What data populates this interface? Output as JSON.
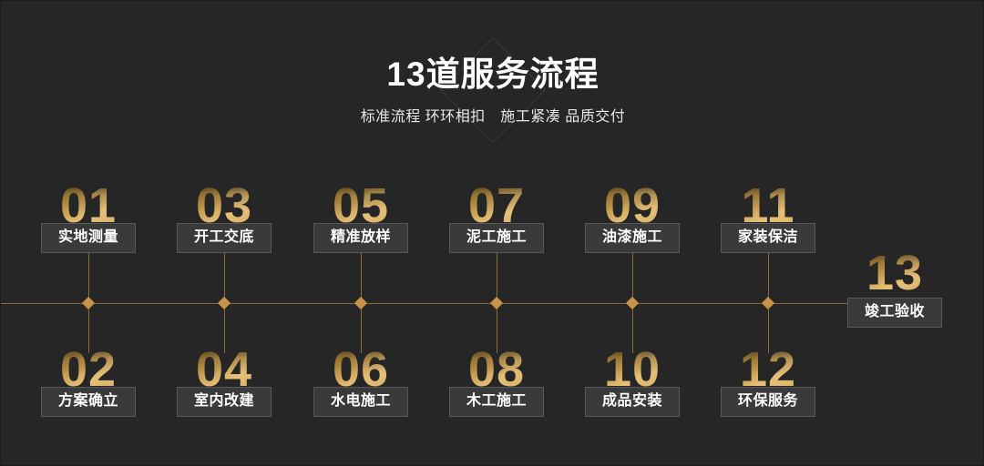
{
  "header": {
    "title": "13道服务流程",
    "subtitle": "标准流程 环环相扣　施工紧凑 品质交付",
    "diamond_decoration": "diamond-outline"
  },
  "theme": {
    "background": "#262626",
    "gold": "#c69349",
    "gold_line": "#8a6a36",
    "label_bg": "#3a3a3a",
    "label_border": "#595959",
    "text": "#ffffff"
  },
  "steps_top": [
    {
      "num": "01",
      "label": "实地测量"
    },
    {
      "num": "03",
      "label": "开工交底"
    },
    {
      "num": "05",
      "label": "精准放样"
    },
    {
      "num": "07",
      "label": "泥工施工"
    },
    {
      "num": "09",
      "label": "油漆施工"
    },
    {
      "num": "11",
      "label": "家装保洁"
    }
  ],
  "steps_bottom": [
    {
      "num": "02",
      "label": "方案确立"
    },
    {
      "num": "04",
      "label": "室内改建"
    },
    {
      "num": "06",
      "label": "水电施工"
    },
    {
      "num": "08",
      "label": "木工施工"
    },
    {
      "num": "10",
      "label": "成品安装"
    },
    {
      "num": "12",
      "label": "环保服务"
    }
  ],
  "step_final": {
    "num": "13",
    "label": "竣工验收"
  }
}
